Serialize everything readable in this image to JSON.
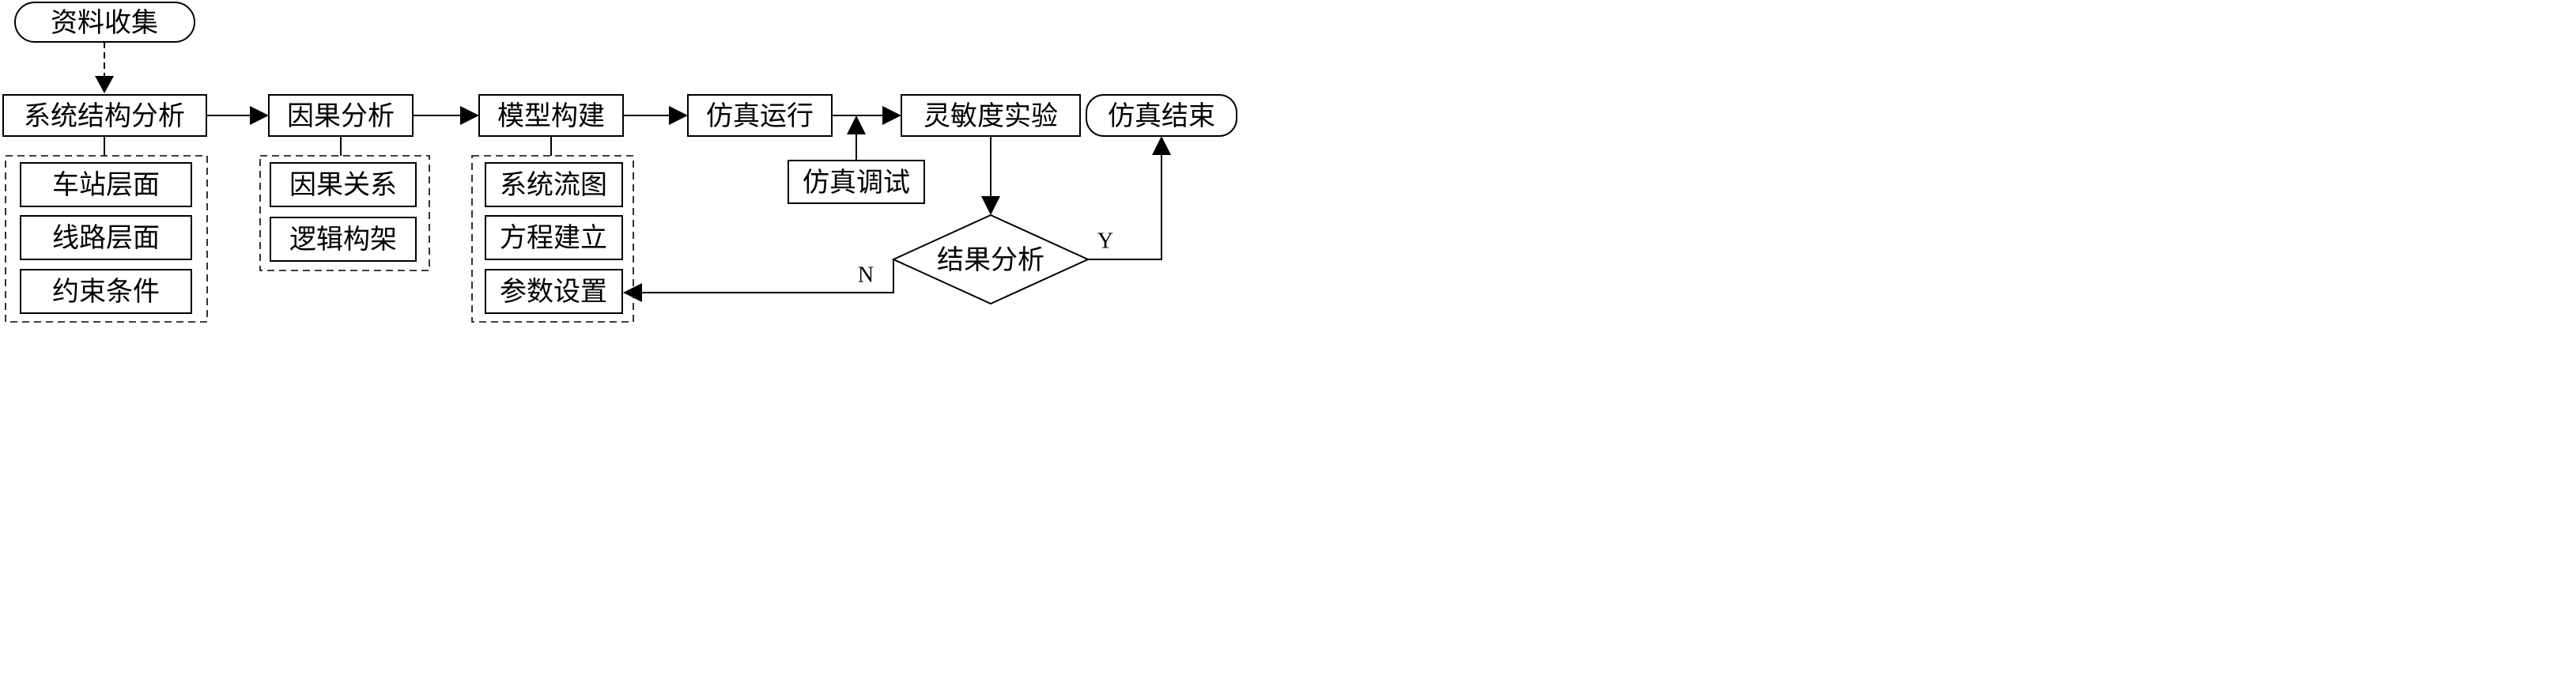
{
  "nodes": {
    "collect": "资料收集",
    "system_analysis": "系统结构分析",
    "causal_analysis": "因果分析",
    "model_build": "模型构建",
    "sim_run": "仿真运行",
    "sensitivity": "灵敏度实验",
    "sim_end": "仿真结束",
    "sim_debug": "仿真调试",
    "result_analysis": "结果分析"
  },
  "groups": {
    "system": [
      "车站层面",
      "线路层面",
      "约束条件"
    ],
    "causal": [
      "因果关系",
      "逻辑构架"
    ],
    "model": [
      "系统流图",
      "方程建立",
      "参数设置"
    ]
  },
  "decision": {
    "yes": "Y",
    "no": "N"
  }
}
